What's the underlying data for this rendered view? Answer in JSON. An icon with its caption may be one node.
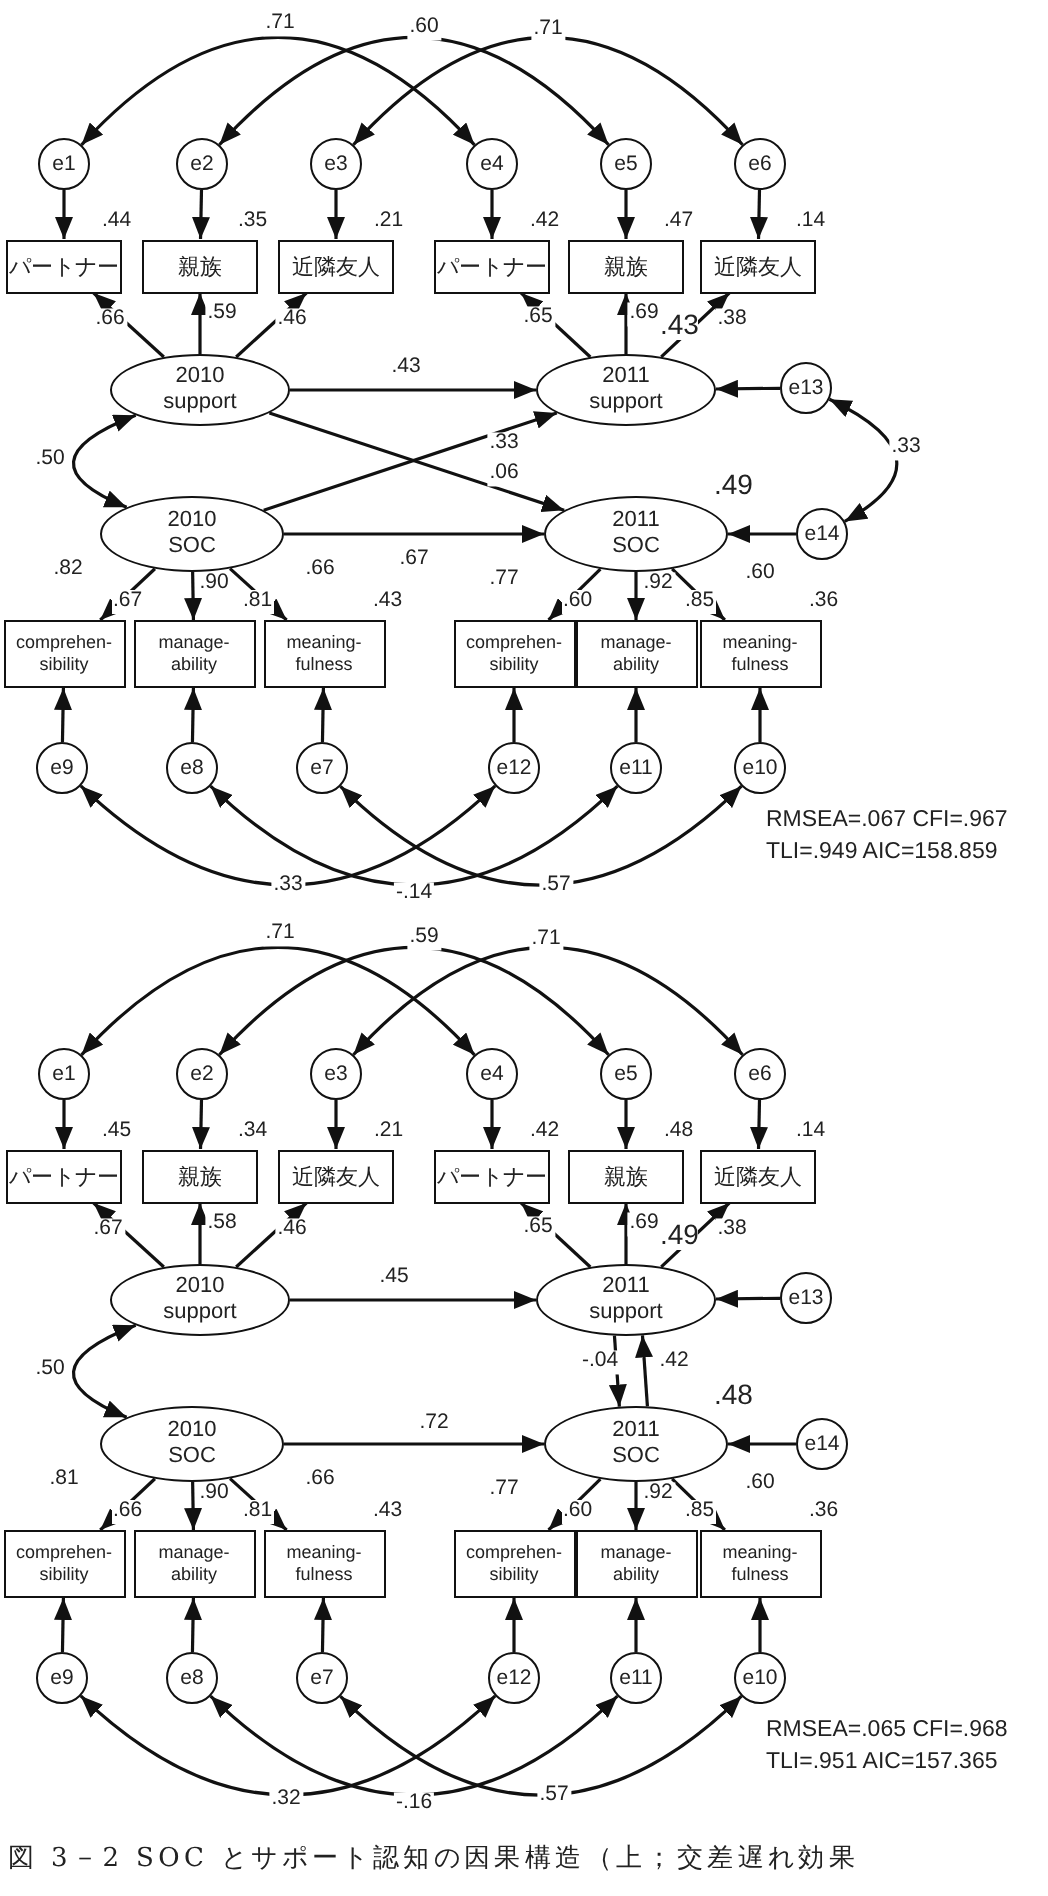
{
  "diagram": {
    "caption": "図 3－2 SOC とサポート認知の因果構造（上；交差遅れ効果",
    "nodes": [
      {
        "text": [
          "e1"
        ]
      },
      {
        "text": [
          "e2"
        ]
      },
      {
        "text": [
          "e3"
        ]
      },
      {
        "text": [
          "e4"
        ]
      },
      {
        "text": [
          "e5"
        ]
      },
      {
        "text": [
          "e6"
        ]
      },
      {
        "text": [
          "パートナー"
        ],
        "beside": [
          ".44"
        ]
      },
      {
        "text": [
          "親族"
        ],
        "beside": [
          ".35"
        ]
      },
      {
        "text": [
          "近隣友人"
        ],
        "beside": [
          ".21"
        ]
      },
      {
        "text": [
          "パートナー"
        ],
        "beside": [
          ".42"
        ]
      },
      {
        "text": [
          "親族"
        ],
        "beside": [
          ".47"
        ]
      },
      {
        "text": [
          "近隣友人"
        ],
        "beside": [
          ".14"
        ]
      },
      {
        "text": [
          "2010 support"
        ]
      },
      {
        "text": [
          "2011 support"
        ],
        "beside": [
          ".43"
        ]
      },
      {
        "text": [
          "e13"
        ]
      },
      {
        "text": [
          "2010 SOC"
        ]
      },
      {
        "text": [
          "2011 SOC"
        ],
        "beside": [
          ".49"
        ]
      },
      {
        "text": [
          "e14"
        ]
      },
      {
        "text": [
          "comprehen- sibility"
        ],
        "beside": [
          ".67"
        ]
      },
      {
        "text": [
          "manage- ability"
        ],
        "beside": [
          ".81"
        ]
      },
      {
        "text": [
          "meaning- fulness"
        ],
        "beside": [
          ".43"
        ]
      },
      {
        "text": [
          "comprehen- sibility"
        ],
        "beside": [
          ".60"
        ]
      },
      {
        "text": [
          "manage- ability"
        ],
        "beside": [
          ".85"
        ]
      },
      {
        "text": [
          "meaning- fulness"
        ],
        "beside": [
          ".36"
        ]
      },
      {
        "text": [
          "e9"
        ]
      },
      {
        "text": [
          "e8"
        ]
      },
      {
        "text": [
          "e7"
        ]
      },
      {
        "text": [
          "e12"
        ]
      },
      {
        "text": [
          "e11"
        ]
      },
      {
        "text": [
          "e10"
        ]
      },
      {
        "text": [
          "e1"
        ]
      },
      {
        "text": [
          "e2"
        ]
      },
      {
        "text": [
          "e3"
        ]
      },
      {
        "text": [
          "e4"
        ]
      },
      {
        "text": [
          "e5"
        ]
      },
      {
        "text": [
          "e6"
        ]
      },
      {
        "text": [
          "パートナー"
        ],
        "beside": [
          ".45"
        ]
      },
      {
        "text": [
          "親族"
        ],
        "beside": [
          ".34"
        ]
      },
      {
        "text": [
          "近隣友人"
        ],
        "beside": [
          ".21"
        ]
      },
      {
        "text": [
          "パートナー"
        ],
        "beside": [
          ".42"
        ]
      },
      {
        "text": [
          "親族"
        ],
        "beside": [
          ".48"
        ]
      },
      {
        "text": [
          "近隣友人"
        ],
        "beside": [
          ".14"
        ]
      },
      {
        "text": [
          "2010 support"
        ]
      },
      {
        "text": [
          "2011 support"
        ],
        "beside": [
          ".49"
        ]
      },
      {
        "text": [
          "e13"
        ]
      },
      {
        "text": [
          "2010 SOC"
        ]
      },
      {
        "text": [
          "2011 SOC"
        ],
        "beside": [
          ".48"
        ]
      },
      {
        "text": [
          "e14"
        ]
      },
      {
        "text": [
          "comprehen- sibility"
        ],
        "beside": [
          ".66"
        ]
      },
      {
        "text": [
          "manage- ability"
        ],
        "beside": [
          ".81"
        ]
      },
      {
        "text": [
          "meaning- fulness"
        ],
        "beside": [
          ".43"
        ]
      },
      {
        "text": [
          "comprehen- sibility"
        ],
        "beside": [
          ".60"
        ]
      },
      {
        "text": [
          "manage- ability"
        ],
        "beside": [
          ".85"
        ]
      },
      {
        "text": [
          "meaning- fulness"
        ],
        "beside": [
          ".36"
        ]
      },
      {
        "text": [
          "e9"
        ]
      },
      {
        "text": [
          "e8"
        ]
      },
      {
        "text": [
          "e7"
        ]
      },
      {
        "text": [
          "e12"
        ]
      },
      {
        "text": [
          "e11"
        ]
      },
      {
        "text": [
          "e10"
        ]
      }
    ],
    "edges": [
      {
        "from": 0,
        "to": 3,
        "arrow": "both",
        "label": ".71"
      },
      {
        "from": 1,
        "to": 4,
        "arrow": "both",
        "label": ".60"
      },
      {
        "from": 2,
        "to": 5,
        "arrow": "both",
        "label": ".71"
      },
      {
        "from": 0,
        "to": 6,
        "arrow": "to"
      },
      {
        "from": 1,
        "to": 7,
        "arrow": "to"
      },
      {
        "from": 2,
        "to": 8,
        "arrow": "to"
      },
      {
        "from": 3,
        "to": 9,
        "arrow": "to"
      },
      {
        "from": 4,
        "to": 10,
        "arrow": "to"
      },
      {
        "from": 5,
        "to": 11,
        "arrow": "to"
      },
      {
        "from": 12,
        "to": 6,
        "arrow": "to",
        "label": ".66"
      },
      {
        "from": 12,
        "to": 7,
        "arrow": "to",
        "label": ".59"
      },
      {
        "from": 12,
        "to": 8,
        "arrow": "to",
        "label": ".46"
      },
      {
        "from": 13,
        "to": 9,
        "arrow": "to",
        "label": ".65"
      },
      {
        "from": 13,
        "to": 10,
        "arrow": "to",
        "label": ".69"
      },
      {
        "from": 13,
        "to": 11,
        "arrow": "to",
        "label": ".38"
      },
      {
        "from": 12,
        "to": 13,
        "arrow": "to",
        "label": ".43"
      },
      {
        "from": 14,
        "to": 13,
        "arrow": "to"
      },
      {
        "from": 12,
        "to": 15,
        "arrow": "both",
        "label": ".50"
      },
      {
        "from": 15,
        "to": 13,
        "arrow": "to",
        "label": ".33"
      },
      {
        "from": 12,
        "to": 16,
        "arrow": "to",
        "label": ".06"
      },
      {
        "from": 15,
        "to": 16,
        "arrow": "to",
        "label": ".67"
      },
      {
        "from": 17,
        "to": 16,
        "arrow": "to"
      },
      {
        "from": 14,
        "to": 17,
        "arrow": "both",
        "label": ".33"
      },
      {
        "from": 15,
        "to": 18,
        "arrow": "to",
        "label": ".82"
      },
      {
        "from": 15,
        "to": 19,
        "arrow": "to",
        "label": ".90"
      },
      {
        "from": 15,
        "to": 20,
        "arrow": "to",
        "label": ".66"
      },
      {
        "from": 16,
        "to": 21,
        "arrow": "to",
        "label": ".77"
      },
      {
        "from": 16,
        "to": 22,
        "arrow": "to",
        "label": ".92"
      },
      {
        "from": 16,
        "to": 23,
        "arrow": "to",
        "label": ".60"
      },
      {
        "from": 24,
        "to": 18,
        "arrow": "to"
      },
      {
        "from": 25,
        "to": 19,
        "arrow": "to"
      },
      {
        "from": 26,
        "to": 20,
        "arrow": "to"
      },
      {
        "from": 27,
        "to": 21,
        "arrow": "to"
      },
      {
        "from": 28,
        "to": 22,
        "arrow": "to"
      },
      {
        "from": 29,
        "to": 23,
        "arrow": "to"
      },
      {
        "from": 24,
        "to": 27,
        "arrow": "both",
        "label": ".33"
      },
      {
        "from": 25,
        "to": 28,
        "arrow": "both",
        "label": "-.14"
      },
      {
        "from": 26,
        "to": 29,
        "arrow": "both",
        "label": ".57"
      },
      {
        "from": 30,
        "to": 33,
        "arrow": "both",
        "label": ".71"
      },
      {
        "from": 31,
        "to": 34,
        "arrow": "both",
        "label": ".59"
      },
      {
        "from": 32,
        "to": 35,
        "arrow": "both",
        "label": ".71"
      },
      {
        "from": 30,
        "to": 36,
        "arrow": "to"
      },
      {
        "from": 31,
        "to": 37,
        "arrow": "to"
      },
      {
        "from": 32,
        "to": 38,
        "arrow": "to"
      },
      {
        "from": 33,
        "to": 39,
        "arrow": "to"
      },
      {
        "from": 34,
        "to": 40,
        "arrow": "to"
      },
      {
        "from": 35,
        "to": 41,
        "arrow": "to"
      },
      {
        "from": 42,
        "to": 36,
        "arrow": "to",
        "label": ".67"
      },
      {
        "from": 42,
        "to": 37,
        "arrow": "to",
        "label": ".58"
      },
      {
        "from": 42,
        "to": 38,
        "arrow": "to",
        "label": ".46"
      },
      {
        "from": 43,
        "to": 39,
        "arrow": "to",
        "label": ".65"
      },
      {
        "from": 43,
        "to": 40,
        "arrow": "to",
        "label": ".69"
      },
      {
        "from": 43,
        "to": 41,
        "arrow": "to",
        "label": ".38"
      },
      {
        "from": 42,
        "to": 43,
        "arrow": "to",
        "label": ".45"
      },
      {
        "from": 44,
        "to": 43,
        "arrow": "to"
      },
      {
        "from": 42,
        "to": 45,
        "arrow": "both",
        "label": ".50"
      },
      {
        "from": 43,
        "to": 46,
        "arrow": "to",
        "label": "-.04"
      },
      {
        "from": 46,
        "to": 43,
        "arrow": "to",
        "label": ".42"
      },
      {
        "from": 45,
        "to": 46,
        "arrow": "to",
        "label": ".72"
      },
      {
        "from": 47,
        "to": 46,
        "arrow": "to"
      },
      {
        "from": 45,
        "to": 48,
        "arrow": "to",
        "label": ".81"
      },
      {
        "from": 45,
        "to": 49,
        "arrow": "to",
        "label": ".90"
      },
      {
        "from": 45,
        "to": 50,
        "arrow": "to",
        "label": ".66"
      },
      {
        "from": 46,
        "to": 51,
        "arrow": "to",
        "label": ".77"
      },
      {
        "from": 46,
        "to": 52,
        "arrow": "to",
        "label": ".92"
      },
      {
        "from": 46,
        "to": 53,
        "arrow": "to",
        "label": ".60"
      },
      {
        "from": 54,
        "to": 48,
        "arrow": "to"
      },
      {
        "from": 55,
        "to": 49,
        "arrow": "to"
      },
      {
        "from": 56,
        "to": 50,
        "arrow": "to"
      },
      {
        "from": 57,
        "to": 51,
        "arrow": "to"
      },
      {
        "from": 58,
        "to": 52,
        "arrow": "to"
      },
      {
        "from": 59,
        "to": 53,
        "arrow": "to"
      },
      {
        "from": 54,
        "to": 57,
        "arrow": "both",
        "label": ".32"
      },
      {
        "from": 55,
        "to": 58,
        "arrow": "both",
        "label": "-.16"
      },
      {
        "from": 56,
        "to": 59,
        "arrow": "both",
        "label": ".57"
      }
    ],
    "labels": [
      "RMSEA=.067 CFI=.967",
      "TLI=.949 AIC=158.859",
      "RMSEA=.065 CFI=.968",
      "TLI=.951 AIC=157.365"
    ]
  }
}
